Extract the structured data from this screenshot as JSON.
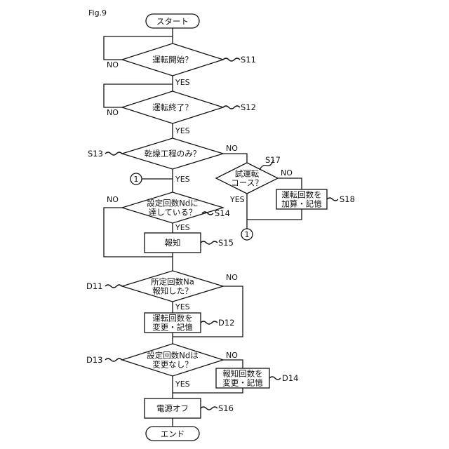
{
  "figure": {
    "title": "Fig.9"
  },
  "nodes": {
    "start": "スタート",
    "s11": [
      "運転開始？"
    ],
    "s12": [
      "運転終了？"
    ],
    "s13": [
      "乾燥工程のみ？"
    ],
    "s17": [
      "試運転",
      "コース？"
    ],
    "s18": [
      "運転回数を",
      "加算・記憶"
    ],
    "s14": [
      "設定回数Ndに",
      "達している？"
    ],
    "s15": [
      "報知"
    ],
    "d11": [
      "所定回数Na",
      "報知した？"
    ],
    "d12": [
      "運転回数を",
      "変更・記憶"
    ],
    "d13": [
      "設定回数Ndは",
      "変更なし？"
    ],
    "d14": [
      "報知回数を",
      "変更・記憶"
    ],
    "s16": [
      "電源オフ"
    ],
    "end": "エンド"
  },
  "step_labels": {
    "s11": "S11",
    "s12": "S12",
    "s13": "S13",
    "s14": "S14",
    "s15": "S15",
    "s16": "S16",
    "s17": "S17",
    "s18": "S18",
    "d11": "D11",
    "d12": "D12",
    "d13": "D13",
    "d14": "D14"
  },
  "branches": {
    "yes": "YES",
    "no": "NO"
  },
  "connector": {
    "label": "1"
  }
}
